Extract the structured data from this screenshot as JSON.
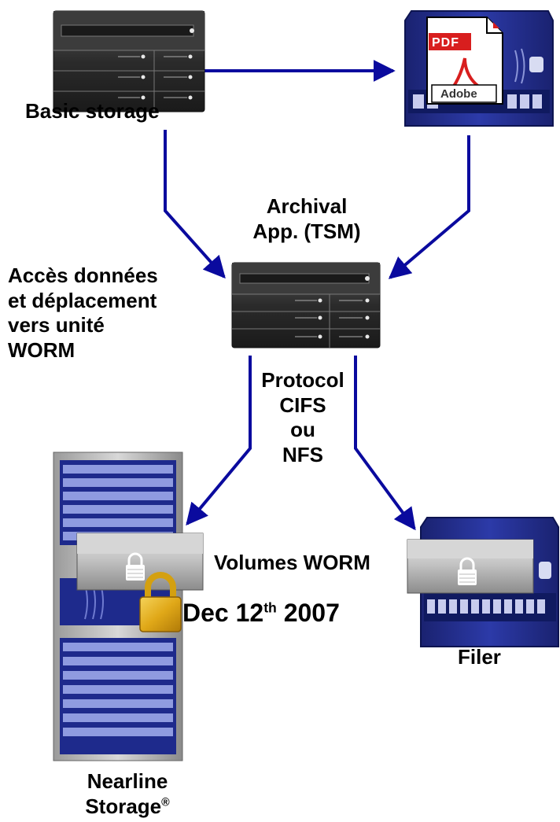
{
  "nodes": {
    "basic_storage": {
      "label": "Basic storage"
    },
    "pdf_document": {
      "badge": "PDF",
      "brand": "Adobe"
    },
    "archival_app": {
      "line1": "Archival",
      "line2": "App. (TSM)"
    },
    "access_note": {
      "line1": "Accès données",
      "line2": "et déplacement",
      "line3": "vers unité",
      "line4": "WORM"
    },
    "protocol": {
      "line1": "Protocol",
      "line2": "CIFS",
      "line3": "ou",
      "line4": "NFS"
    },
    "volumes_worm": {
      "label": "Volumes WORM"
    },
    "date_label": {
      "main": "Dec 12",
      "sup": "th",
      "year": " 2007"
    },
    "filer": {
      "label": "Filer"
    },
    "nearline": {
      "line1": "Nearline",
      "line2": "Storage",
      "mark": "®"
    }
  },
  "colors": {
    "arrow": "#0a0a9e",
    "server_dark": "#2e2e2e",
    "navy_enclosure": "#1c2a8a",
    "grey_volume": "#bfbfbf",
    "padlock_gold": "#e0b020",
    "pdf_red": "#d81e1e"
  },
  "icons": [
    "server-icon",
    "pdf-document-icon",
    "worm-volume-icon",
    "padlock-icon",
    "storage-rack-icon",
    "filer-appliance-icon"
  ]
}
